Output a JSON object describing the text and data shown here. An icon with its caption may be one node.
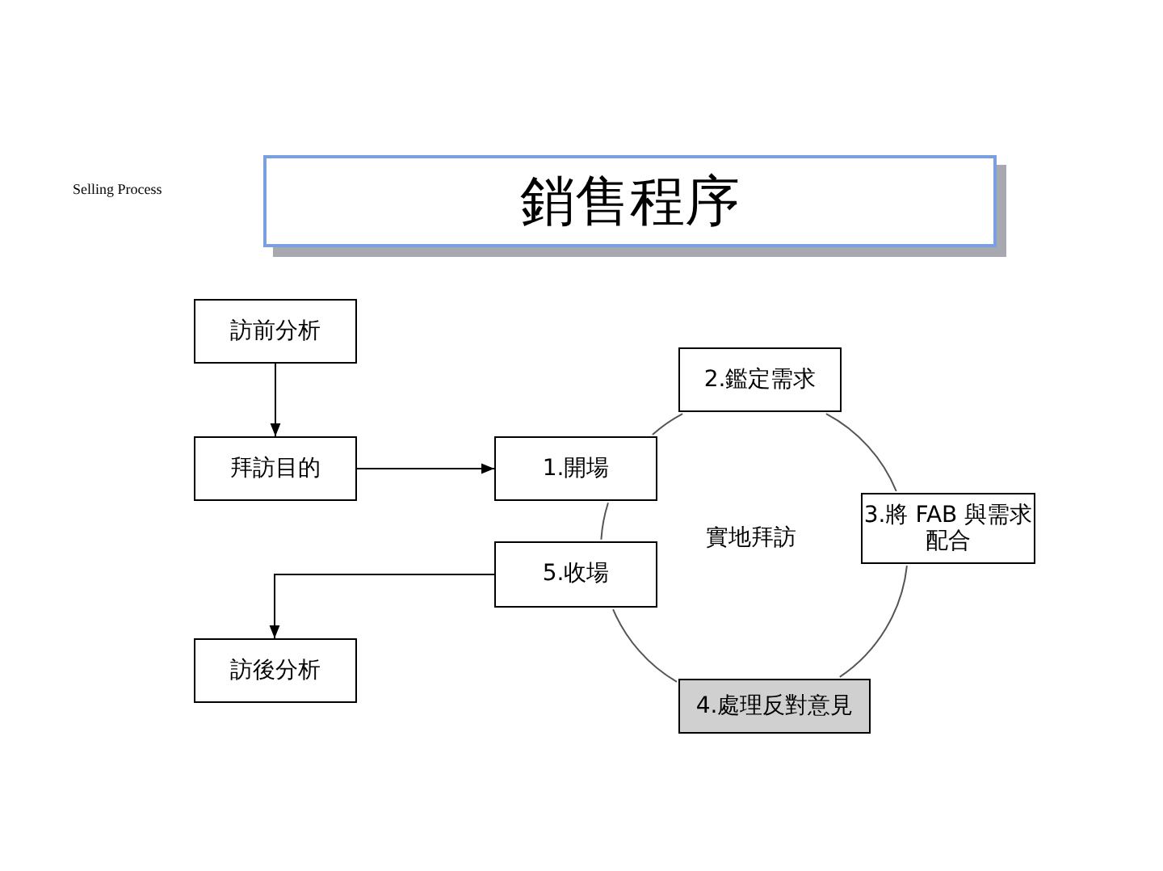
{
  "diagram": {
    "title": "銷售程序",
    "nodes": [
      {
        "text": [
          "訪前分析"
        ]
      },
      {
        "text": [
          "拜訪目的"
        ]
      },
      {
        "text": [
          "訪後分析"
        ]
      },
      {
        "text": [
          "1.開場"
        ]
      },
      {
        "text": [
          "2.鑑定需求"
        ]
      },
      {
        "text": [
          "3.將 FAB 與需求配合"
        ]
      },
      {
        "text": [
          "4.處理反對意見"
        ]
      },
      {
        "text": [
          "5.收場"
        ]
      }
    ],
    "edges": [
      {
        "from": 0,
        "to": 1,
        "arrow": "to"
      },
      {
        "from": 1,
        "to": 3,
        "arrow": "to"
      },
      {
        "from": 7,
        "to": 2,
        "arrow": "to"
      },
      {
        "from": 3,
        "to": 4,
        "arrow": "none"
      },
      {
        "from": 4,
        "to": 5,
        "arrow": "none"
      },
      {
        "from": 5,
        "to": 6,
        "arrow": "none"
      },
      {
        "from": 6,
        "to": 7,
        "arrow": "none"
      },
      {
        "from": 7,
        "to": 3,
        "arrow": "none"
      }
    ],
    "labels": [
      "Selling Process",
      "實地拜訪"
    ]
  }
}
